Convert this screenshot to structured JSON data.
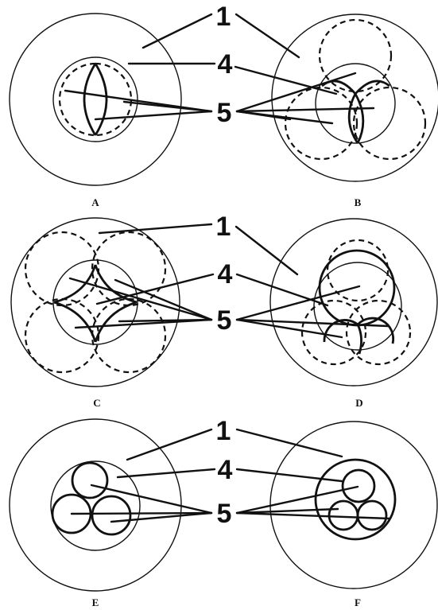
{
  "callouts": [
    "1",
    "4",
    "5"
  ],
  "panels": [
    "A",
    "B",
    "C",
    "D",
    "E",
    "F"
  ]
}
